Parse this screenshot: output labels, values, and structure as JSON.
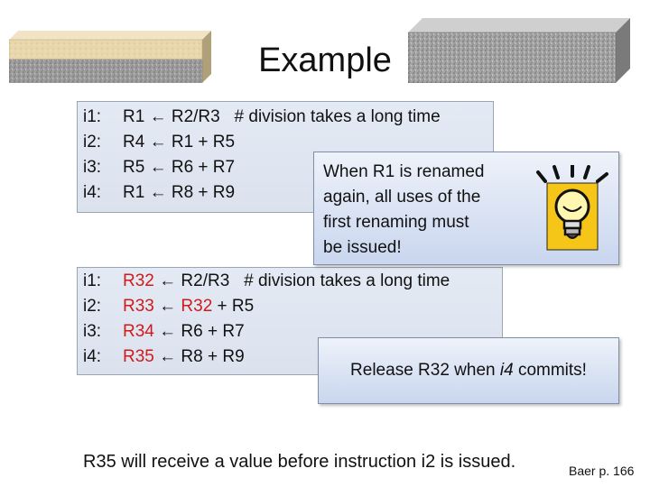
{
  "slide": {
    "title": "Example"
  },
  "block1": {
    "rows": [
      {
        "label": "i1:",
        "parts": [
          {
            "text": "R1 ← R2/R3   # division takes a long time",
            "red": false
          }
        ]
      },
      {
        "label": "i2:",
        "parts": [
          {
            "text": "R4 ← R1 + R5",
            "red": false
          }
        ]
      },
      {
        "label": "i3:",
        "parts": [
          {
            "text": "R5 ← R6 + R7",
            "red": false
          }
        ]
      },
      {
        "label": "i4:",
        "parts": [
          {
            "text": "R1 ← R8 + R9",
            "red": false
          }
        ]
      }
    ]
  },
  "block2": {
    "rows": [
      {
        "label": "i1:",
        "parts": [
          {
            "text": "R32",
            "red": true
          },
          {
            "text": " ← R2/R3   # division takes a long time",
            "red": false
          }
        ]
      },
      {
        "label": "i2:",
        "parts": [
          {
            "text": "R33",
            "red": true
          },
          {
            "text": " ← ",
            "red": false
          },
          {
            "text": "R32",
            "red": true
          },
          {
            "text": " + R5",
            "red": false
          }
        ]
      },
      {
        "label": "i3:",
        "parts": [
          {
            "text": "R34",
            "red": true
          },
          {
            "text": " ← R6 + R7",
            "red": false
          }
        ]
      },
      {
        "label": "i4:",
        "parts": [
          {
            "text": "R35",
            "red": true
          },
          {
            "text": " ← R8 + R9",
            "red": false
          }
        ]
      }
    ]
  },
  "callout1": {
    "lines": [
      "When R1 is renamed",
      "again, all uses of the",
      "first renaming must",
      "be issued!"
    ]
  },
  "callout2": {
    "prefix": "Release R32 when ",
    "emph": "i4",
    "suffix": " commits!"
  },
  "footer": {
    "note": "R35 will receive a value before instruction i2 is issued.",
    "reference": "Baer p. 166"
  },
  "icons": {
    "bulb": "lightbulb-icon"
  },
  "colors": {
    "highlight_red": "#d11a1a",
    "bulb_yellow": "#f5c518"
  }
}
